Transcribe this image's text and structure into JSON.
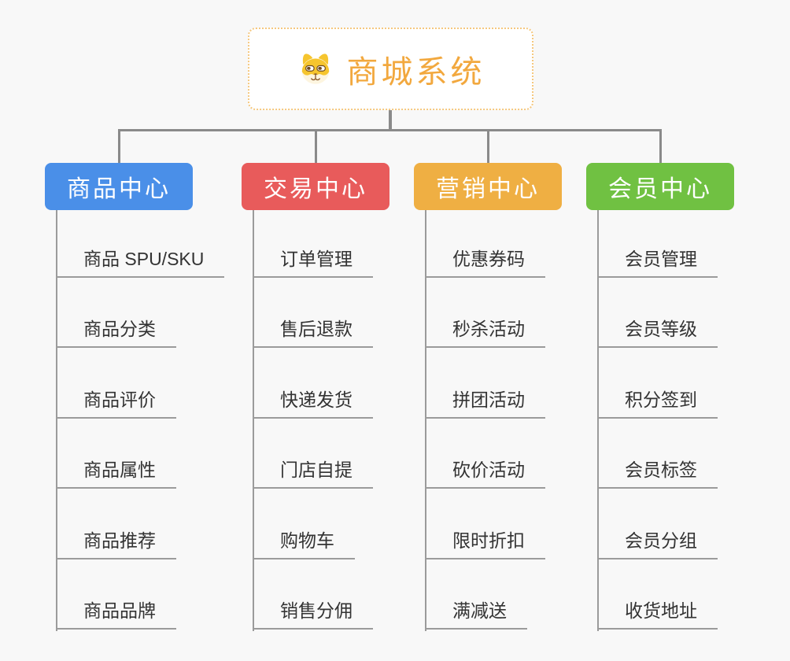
{
  "root": {
    "title": "商城系统",
    "icon": "shiba-dog-icon"
  },
  "branches": [
    {
      "label": "商品中心",
      "color": "#4a8fe8",
      "children": [
        "商品 SPU/SKU",
        "商品分类",
        "商品评价",
        "商品属性",
        "商品推荐",
        "商品品牌"
      ]
    },
    {
      "label": "交易中心",
      "color": "#e85b5b",
      "children": [
        "订单管理",
        "售后退款",
        "快递发货",
        "门店自提",
        "购物车",
        "销售分佣"
      ]
    },
    {
      "label": "营销中心",
      "color": "#efaf43",
      "children": [
        "优惠券码",
        "秒杀活动",
        "拼团活动",
        "砍价活动",
        "限时折扣",
        "满减送"
      ]
    },
    {
      "label": "会员中心",
      "color": "#70c142",
      "children": [
        "会员管理",
        "会员等级",
        "积分签到",
        "会员标签",
        "会员分组",
        "收货地址"
      ]
    }
  ],
  "colors": {
    "background": "#f8f8f8",
    "root_background": "#ffffff",
    "root_border": "#f5c87f",
    "root_title": "#f2a83e",
    "connector": "#8a8a8a",
    "child_line": "#9b9b9b",
    "child_text": "#333333",
    "branch_text": "#ffffff",
    "branch_blue": "#4a8fe8",
    "branch_red": "#e85b5b",
    "branch_orange": "#efaf43",
    "branch_green": "#70c142"
  }
}
